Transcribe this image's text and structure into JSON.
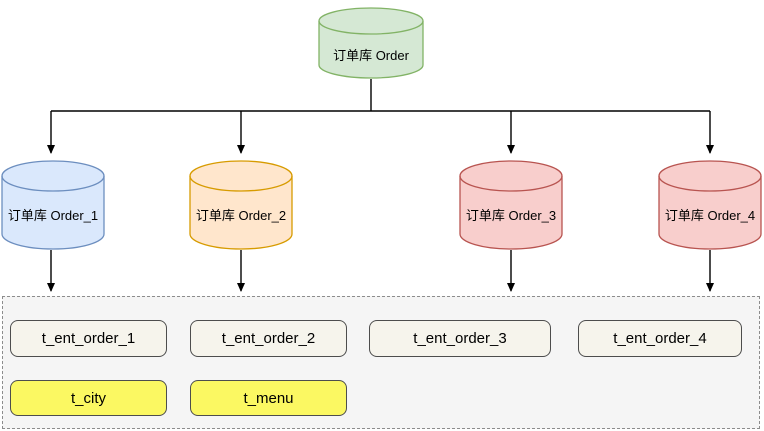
{
  "diagram": {
    "root_db": {
      "label": "订单库 Order",
      "fill": "#d5e8d4",
      "stroke": "#82b366"
    },
    "shard_dbs": [
      {
        "label": "订单库 Order_1",
        "fill": "#dae8fc",
        "stroke": "#6c8ebf"
      },
      {
        "label": "订单库 Order_2",
        "fill": "#ffe6cc",
        "stroke": "#d79b00"
      },
      {
        "label": "订单库 Order_3",
        "fill": "#f8cecc",
        "stroke": "#b85450"
      },
      {
        "label": "订单库 Order_4",
        "fill": "#f8cecc",
        "stroke": "#b85450"
      }
    ],
    "table_group": {
      "container_fill": "#f5f5f5",
      "container_border": "#8c8c8c",
      "order_table_fill": "#f6f4ec",
      "global_table_fill": "#fbf862",
      "order_tables": [
        {
          "label": "t_ent_order_1"
        },
        {
          "label": "t_ent_order_2"
        },
        {
          "label": "t_ent_order_3"
        },
        {
          "label": "t_ent_order_4"
        }
      ],
      "global_tables": [
        {
          "label": "t_city"
        },
        {
          "label": "t_menu"
        }
      ]
    }
  }
}
